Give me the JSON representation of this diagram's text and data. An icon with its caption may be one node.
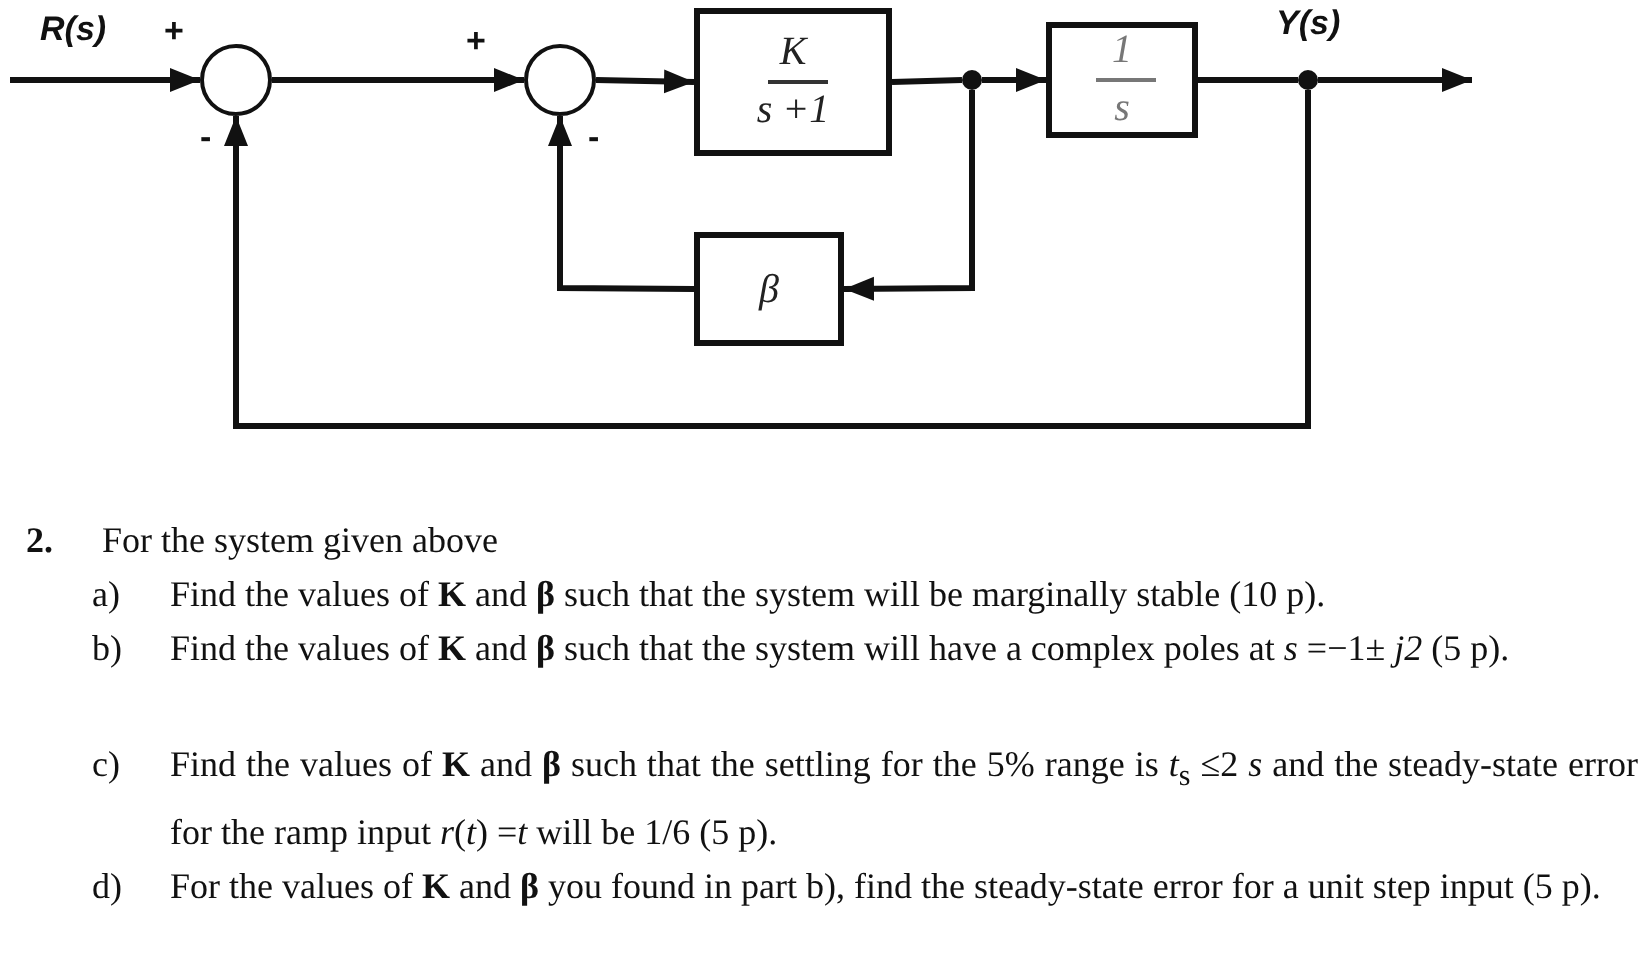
{
  "diagram": {
    "nodes": [
      {
        "text": [],
        "shape": "circle"
      },
      {
        "text": [],
        "shape": "circle"
      },
      {
        "text": [
          "K",
          "s +1"
        ]
      },
      {
        "text": [],
        "shape": "dot"
      },
      {
        "text": [
          "1",
          "s"
        ]
      },
      {
        "text": [],
        "shape": "dot",
        "beside": [
          "Y(s)"
        ]
      },
      {
        "text": [
          "β"
        ]
      }
    ],
    "edges": [
      {
        "from": null,
        "to": 0,
        "arrow": "to"
      },
      {
        "from": 0,
        "to": 1,
        "arrow": "to"
      },
      {
        "from": 1,
        "to": 2,
        "arrow": "to"
      },
      {
        "from": 2,
        "to": 3,
        "arrow": "none"
      },
      {
        "from": 3,
        "to": 4,
        "arrow": "to"
      },
      {
        "from": 4,
        "to": 5,
        "arrow": "none"
      },
      {
        "from": 5,
        "to": null,
        "arrow": "to"
      },
      {
        "from": 3,
        "to": 6,
        "arrow": "to"
      },
      {
        "from": 6,
        "to": 1,
        "arrow": "to"
      },
      {
        "from": 5,
        "to": 0,
        "arrow": "to"
      }
    ],
    "labels": [
      "R(s)",
      "+",
      "-",
      "+",
      "-",
      "2.",
      "For the system given above",
      "a)",
      "Find the values of **K** and **β** such that the system will be marginally stable (10 p).",
      "b)",
      "Find the values of **K** and **β** such that the system will have a complex poles at *s* =−1± *j2* (5 p).",
      "c)",
      "Find the values of **K** and **β** such that the settling for the 5% range is *t*$_{s}$ ≤2 *s* and the steady-state error for the ramp input *r*(*t*) =*t* will be 1/6 (5 p).",
      "d)",
      "For the values of **K** and **β** you found in part b), find the steady-state error for a unit step input (5 p)."
    ]
  }
}
